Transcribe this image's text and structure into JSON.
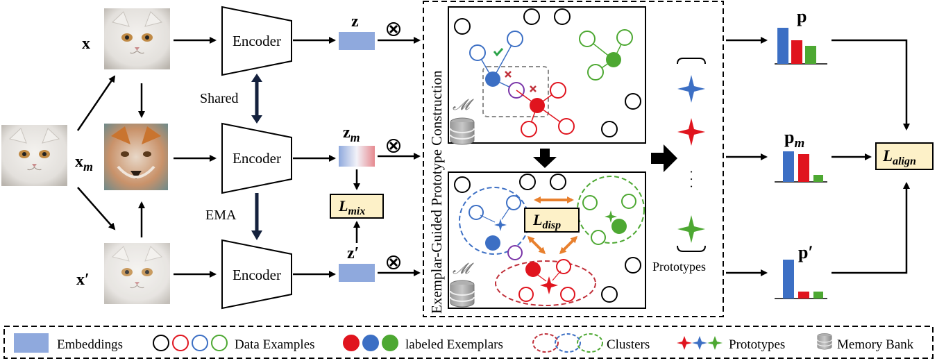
{
  "inputs": {
    "original_label": "x",
    "mixed_label_main": "x",
    "mixed_label_sub": "m",
    "augmented_label": "x′"
  },
  "encoders": {
    "top": "Encoder",
    "middle": "Encoder",
    "bottom": "Encoder",
    "shared_label": "Shared",
    "ema_label": "EMA"
  },
  "embeddings": {
    "z": "z",
    "zm_main": "z",
    "zm_sub": "m",
    "zprime": "z′"
  },
  "losses": {
    "mix_main": "L",
    "mix_sub": "mix",
    "disp_main": "L",
    "disp_sub": "disp",
    "align_main": "L",
    "align_sub": "align"
  },
  "panel": {
    "vertical_title": "Exemplar-Guided Prototype Construction",
    "memory_symbol": "𝓜",
    "prototypes_label": "Prototypes",
    "ellipsis": "·  ·  ·"
  },
  "outputs": {
    "p": "p",
    "pm_main": "p",
    "pm_sub": "m",
    "pprime": "p′"
  },
  "legend": {
    "embeddings": "Embeddings",
    "data_examples": "Data Examples",
    "labeled_exemplars": "labeled Exemplars",
    "clusters": "Clusters",
    "prototypes": "Prototypes",
    "memory_bank": "Memory Bank"
  },
  "colors": {
    "blue": "#3c6fc4",
    "red": "#e0141e",
    "green": "#4da832",
    "purple": "#7a35a8",
    "embedding": "#8fa9dd",
    "loss_fill": "#fdf1c8",
    "orange": "#e8802e",
    "gray": "#8c8c8c"
  }
}
